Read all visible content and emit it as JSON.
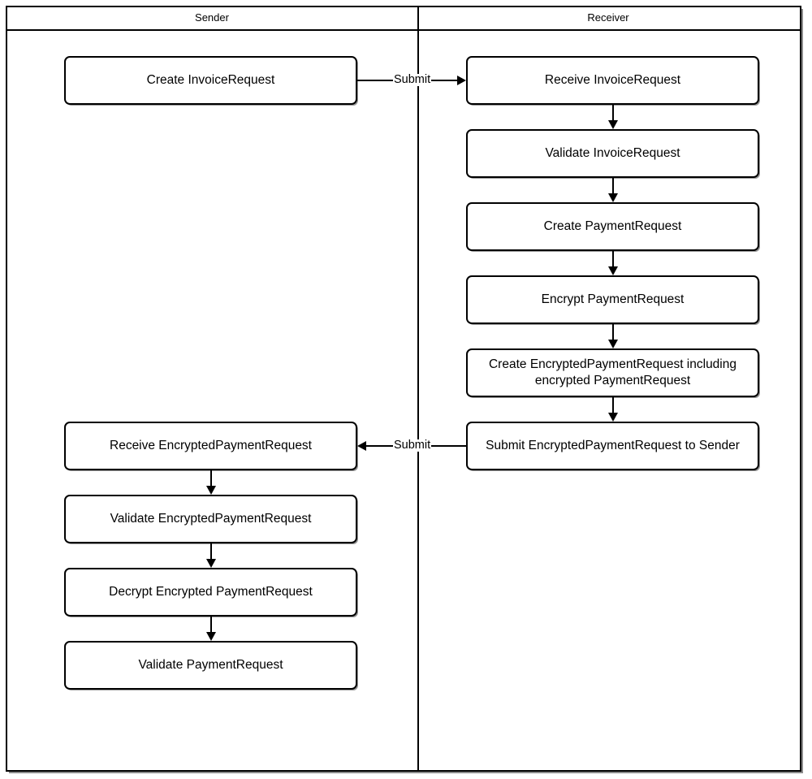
{
  "diagram": {
    "type": "swimlane-flowchart",
    "lanes": [
      {
        "id": "sender",
        "title": "Sender"
      },
      {
        "id": "receiver",
        "title": "Receiver"
      }
    ],
    "nodes": [
      {
        "id": "n1",
        "lane": "sender",
        "label": "Create InvoiceRequest"
      },
      {
        "id": "n2",
        "lane": "receiver",
        "label": "Receive InvoiceRequest"
      },
      {
        "id": "n3",
        "lane": "receiver",
        "label": "Validate InvoiceRequest"
      },
      {
        "id": "n4",
        "lane": "receiver",
        "label": "Create PaymentRequest"
      },
      {
        "id": "n5",
        "lane": "receiver",
        "label": "Encrypt PaymentRequest"
      },
      {
        "id": "n6",
        "lane": "receiver",
        "label": "Create EncryptedPaymentRequest including encrypted PaymentRequest"
      },
      {
        "id": "n7",
        "lane": "receiver",
        "label": "Submit EncryptedPaymentRequest to Sender"
      },
      {
        "id": "n8",
        "lane": "sender",
        "label": "Receive EncryptedPaymentRequest"
      },
      {
        "id": "n9",
        "lane": "sender",
        "label": "Validate EncryptedPaymentRequest"
      },
      {
        "id": "n10",
        "lane": "sender",
        "label": "Decrypt Encrypted PaymentRequest"
      },
      {
        "id": "n11",
        "lane": "sender",
        "label": "Validate PaymentRequest"
      }
    ],
    "edges": [
      {
        "id": "e1",
        "from": "n1",
        "to": "n2",
        "label": "Submit",
        "direction": "right"
      },
      {
        "id": "e2",
        "from": "n2",
        "to": "n3",
        "label": "",
        "direction": "down"
      },
      {
        "id": "e3",
        "from": "n3",
        "to": "n4",
        "label": "",
        "direction": "down"
      },
      {
        "id": "e4",
        "from": "n4",
        "to": "n5",
        "label": "",
        "direction": "down"
      },
      {
        "id": "e5",
        "from": "n5",
        "to": "n6",
        "label": "",
        "direction": "down"
      },
      {
        "id": "e6",
        "from": "n6",
        "to": "n7",
        "label": "",
        "direction": "down"
      },
      {
        "id": "e7",
        "from": "n7",
        "to": "n8",
        "label": "Submit",
        "direction": "left"
      },
      {
        "id": "e8",
        "from": "n8",
        "to": "n9",
        "label": "",
        "direction": "down"
      },
      {
        "id": "e9",
        "from": "n9",
        "to": "n10",
        "label": "",
        "direction": "down"
      },
      {
        "id": "e10",
        "from": "n10",
        "to": "n11",
        "label": "",
        "direction": "down"
      }
    ],
    "edge_labels": {
      "submit_to_receiver": "Submit",
      "submit_to_sender": "Submit"
    },
    "colors": {
      "stroke": "#000000",
      "fill": "#ffffff",
      "text": "#000000"
    }
  }
}
